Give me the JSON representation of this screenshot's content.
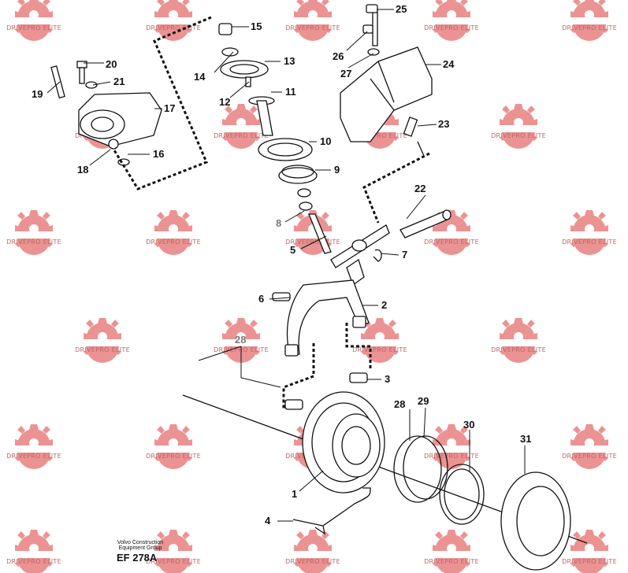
{
  "watermark": {
    "text": "DRIVEPRO ELITE",
    "color": "#e05555"
  },
  "caption": {
    "line1": "Volvo Construction",
    "line2": "Equipment Group",
    "code": "EF 278A"
  },
  "callouts": [
    {
      "num": "1"
    },
    {
      "num": "2"
    },
    {
      "num": "3"
    },
    {
      "num": "4"
    },
    {
      "num": "5"
    },
    {
      "num": "6"
    },
    {
      "num": "7"
    },
    {
      "num": "8"
    },
    {
      "num": "9"
    },
    {
      "num": "10"
    },
    {
      "num": "11"
    },
    {
      "num": "12"
    },
    {
      "num": "13"
    },
    {
      "num": "14"
    },
    {
      "num": "15"
    },
    {
      "num": "16"
    },
    {
      "num": "17"
    },
    {
      "num": "18"
    },
    {
      "num": "19"
    },
    {
      "num": "20"
    },
    {
      "num": "21"
    },
    {
      "num": "22"
    },
    {
      "num": "23"
    },
    {
      "num": "24"
    },
    {
      "num": "25"
    },
    {
      "num": "26"
    },
    {
      "num": "27"
    },
    {
      "num": "28"
    },
    {
      "num": "28"
    },
    {
      "num": "29"
    },
    {
      "num": "30"
    },
    {
      "num": "31"
    }
  ]
}
